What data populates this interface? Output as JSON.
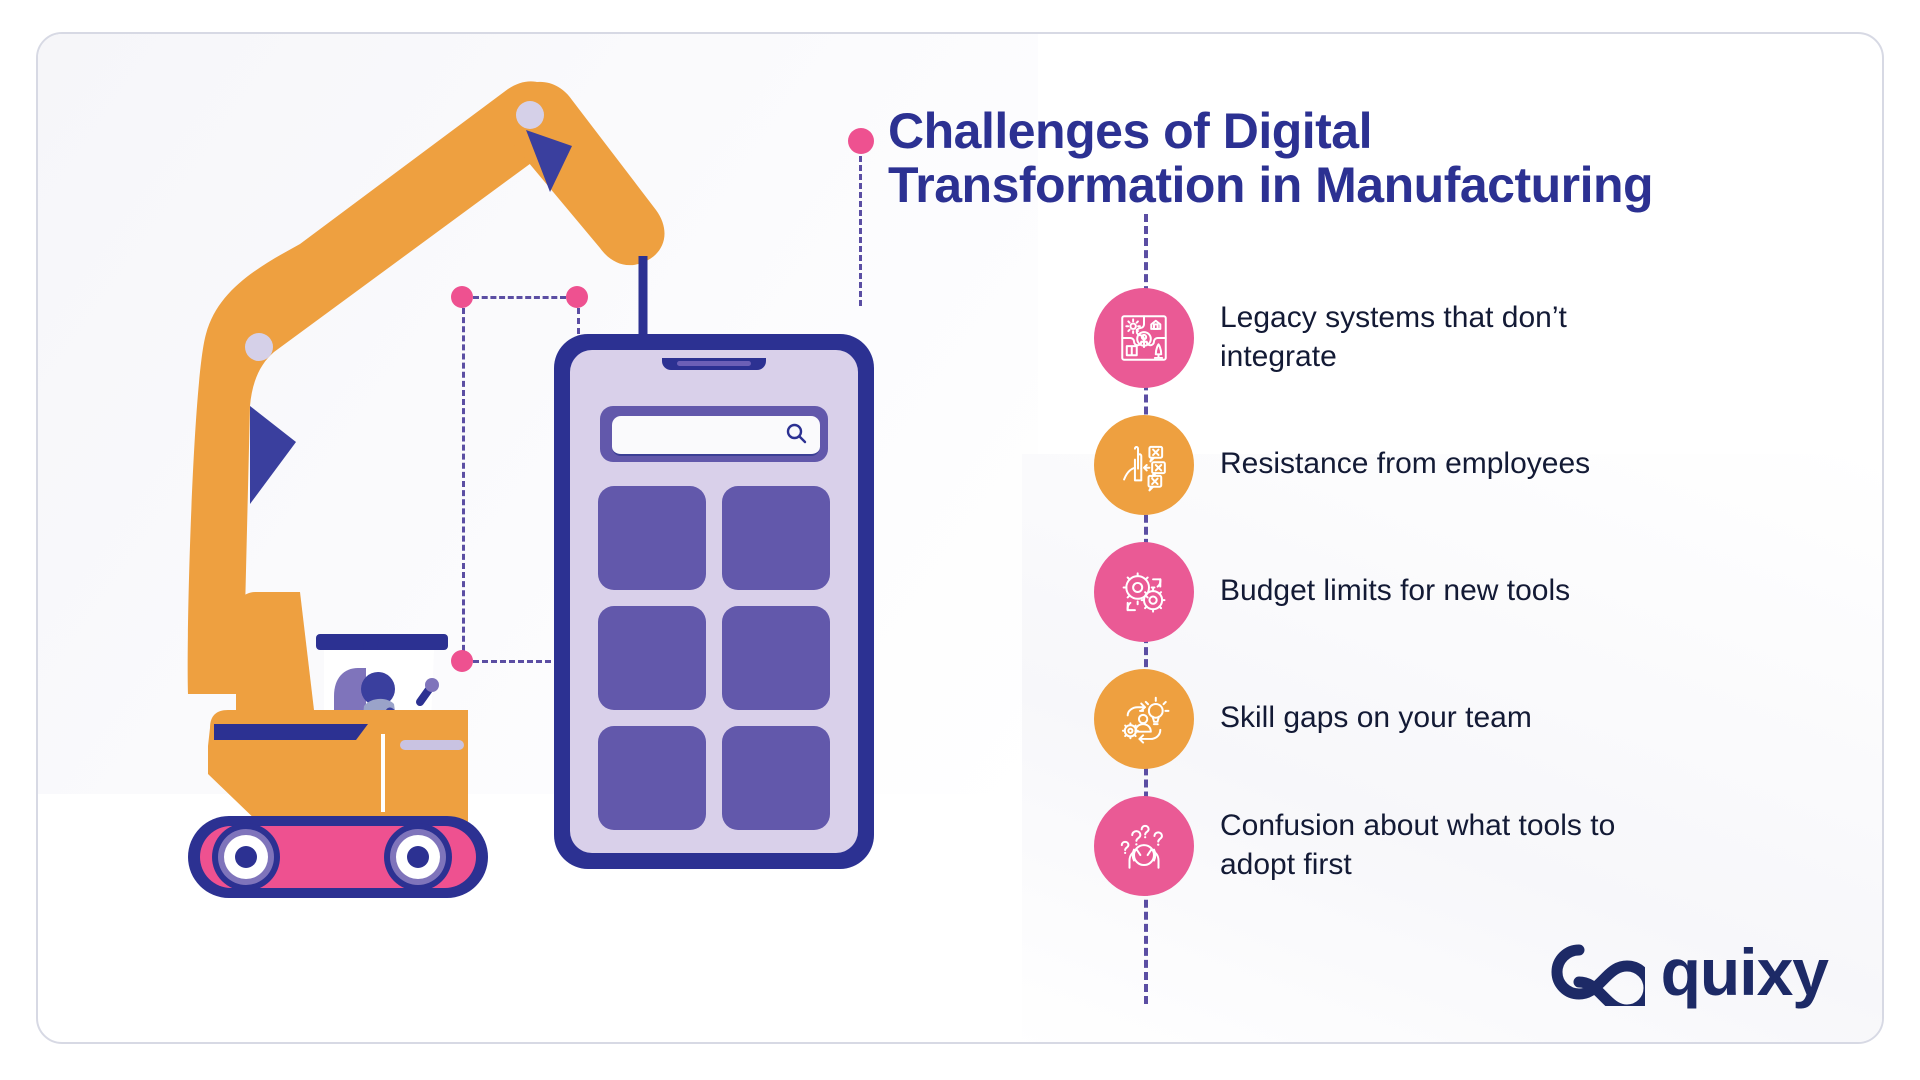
{
  "header": {
    "title": "Challenges of Digital\nTransformation in Manufacturing",
    "title_line1": "Challenges of Digital",
    "title_line2": "Transformation in Manufacturing",
    "title_color": "#2c3192",
    "bullet_dot_color": "#ee5190"
  },
  "theme": {
    "pink": "#ea5a95",
    "hot_pink": "#ee5190",
    "orange": "#eea040",
    "indigo": "#2c3192",
    "purple": "#6258ab",
    "light_lilac": "#d9d0ea",
    "text_dark": "#131a35",
    "card_border": "#d7d9e4",
    "background": "#ffffff"
  },
  "challenges": [
    {
      "label": "Legacy systems that don’t\nintegrate",
      "icon": "puzzle-pieces-icon",
      "circle_color": "pink"
    },
    {
      "label": "Resistance from employees",
      "icon": "hand-stop-rejection-icon",
      "circle_color": "orange"
    },
    {
      "label": "Budget limits for new tools",
      "icon": "gears-process-icon",
      "circle_color": "pink"
    },
    {
      "label": "Skill gaps on your team",
      "icon": "person-lightbulb-gear-icon",
      "circle_color": "orange"
    },
    {
      "label": "Confusion about what tools to\nadopt first",
      "icon": "person-question-marks-icon",
      "circle_color": "pink"
    }
  ],
  "illustration": {
    "name": "excavator-crane-with-operator",
    "arm_color": "#eea040",
    "accent_color": "#2c3192",
    "track_color": "#ee5190",
    "joint_color": "#d5d0e8"
  },
  "phone": {
    "name": "smartphone-mockup",
    "search_icon": "magnifier-icon",
    "app_tile_count": 6,
    "frame_color": "#2c3192",
    "screen_color": "#d9d0ea",
    "tile_color": "#6258ab"
  },
  "logo": {
    "word": "quixy",
    "mark": "infinity-link-icon",
    "color": "#1d2a66"
  }
}
